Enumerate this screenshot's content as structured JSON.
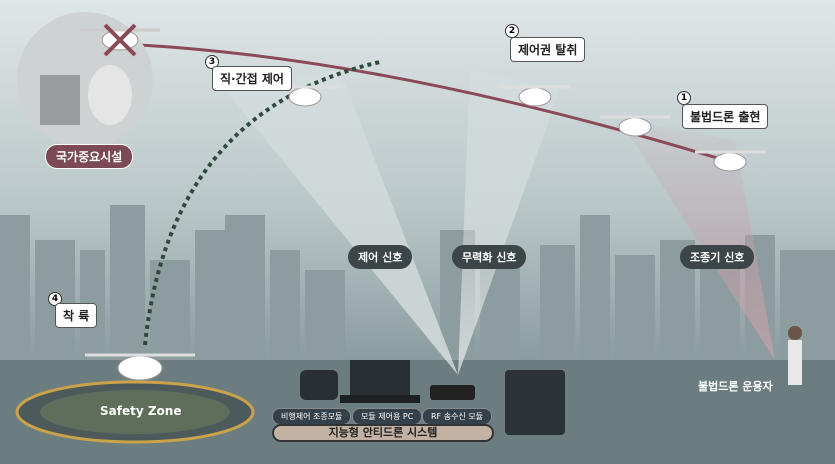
{
  "facility": {
    "label": "국가중요시설"
  },
  "steps": [
    {
      "num": "1",
      "label": "불법드론 출현"
    },
    {
      "num": "2",
      "label": "제어권 탈취"
    },
    {
      "num": "3",
      "label": "직·간접 제어"
    },
    {
      "num": "4",
      "label": "착 륙"
    }
  ],
  "signals": {
    "control": "제어 신호",
    "neutralize": "무력화 신호",
    "controller": "조종기 신호"
  },
  "safety_zone": "Safety Zone",
  "operator": "불법드론 운용자",
  "modules": [
    "비행제어 조종모듈",
    "모듈 제어용 PC",
    "RF 송수신 모듈"
  ],
  "system": "지능형 안티드론 시스템",
  "colors": {
    "path_red": "#8a4a58",
    "path_green": "#2f4a3c",
    "label_maroon": "#7b4a55"
  }
}
